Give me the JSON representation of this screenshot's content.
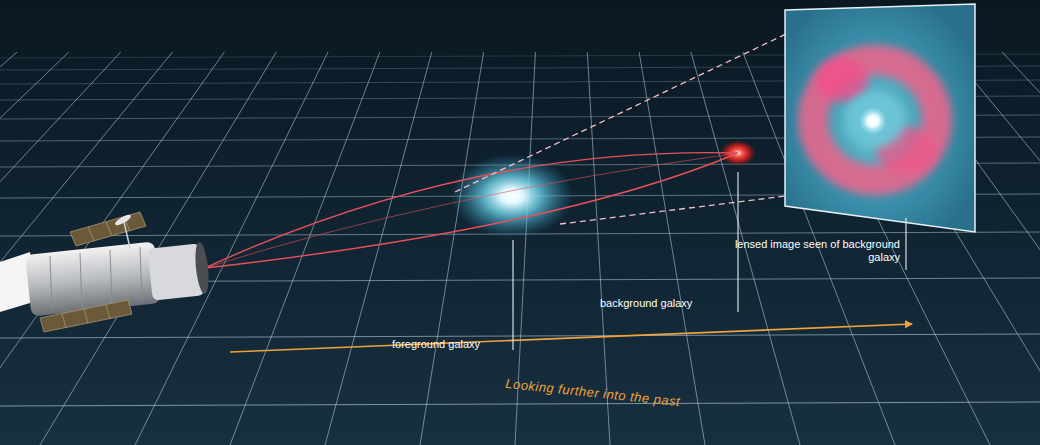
{
  "diagram": {
    "labels": [
      "lensed image seen of background galaxy",
      "background galaxy",
      "foreground galaxy",
      "Looking further into the past"
    ]
  }
}
